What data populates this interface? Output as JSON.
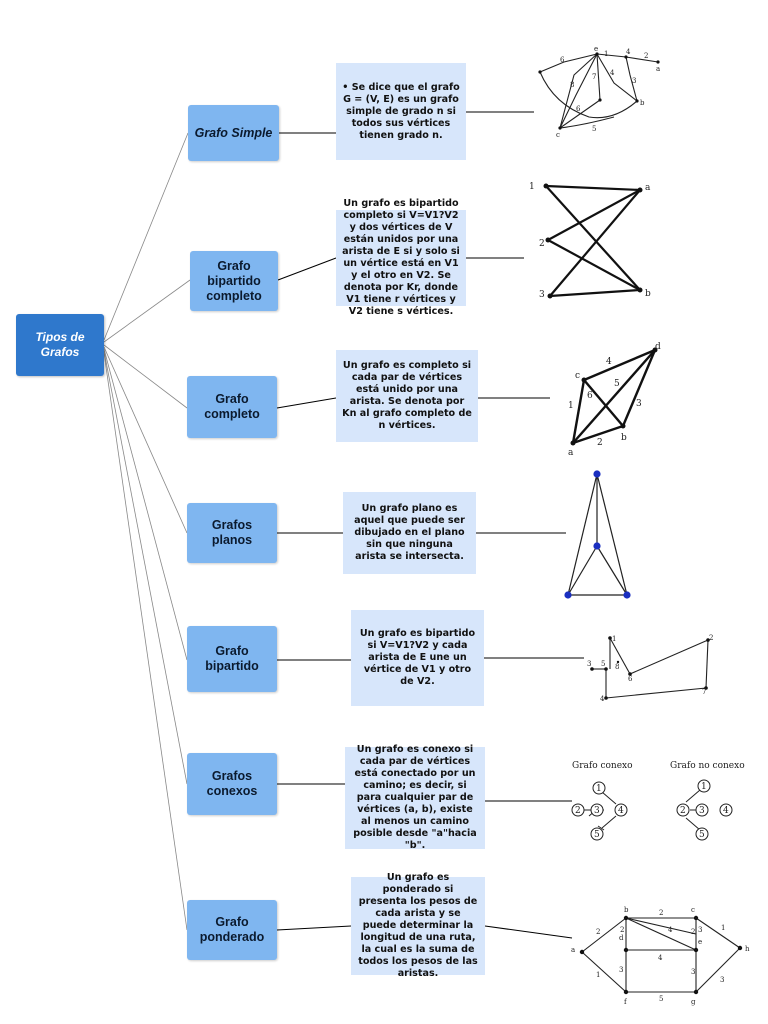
{
  "root": {
    "label": "Tipos de Grafos"
  },
  "categories": [
    {
      "label": "Grafo Simple",
      "description": "• Se dice que el grafo G = (V, E) es un grafo simple de grado n si todos sus vértices tienen grado n."
    },
    {
      "label": "Grafo bipartido completo",
      "description": "Un grafo es bipartido completo si V=V1?V2 y dos vértices de V están unidos por una arista de E si y solo si un vértice está en V1 y el otro en V2. Se denota por Kr, donde V1 tiene r vértices y V2 tiene s vértices."
    },
    {
      "label": "Grafo completo",
      "description": "Un grafo es completo si cada par de vértices está unido por una arista. Se denota por Kn al grafo completo de n vértices."
    },
    {
      "label": "Grafos planos",
      "description": "Un grafo plano es aquel que puede ser dibujado en el plano sin que ninguna arista se intersecta."
    },
    {
      "label": "Grafo bipartido",
      "description": "Un grafo es bipartido si V=V1?V2 y cada arista de E une un vértice de V1 y otro de V2."
    },
    {
      "label": "Grafos conexos",
      "description": "Un grafo es conexo si cada par de vértices está conectado por un camino; es decir, si para cualquier par de vértices (a, b), existe al menos un camino posible desde \"a\"hacia \"b\"."
    },
    {
      "label": "Grafo ponderado",
      "description": "Un grafo es ponderado si presenta los pesos de cada arista y se puede determinar la longitud de una ruta, la cual es la suma de todos los pesos de las aristas."
    }
  ],
  "figures": {
    "simple": {
      "vertex_labels": [
        "e",
        "c",
        "b",
        "a"
      ],
      "edge_labels": [
        "6",
        "1",
        "4",
        "2",
        "8",
        "7",
        "4",
        "3",
        "6",
        "5"
      ]
    },
    "bipartido_completo": {
      "left_labels": [
        "1",
        "2",
        "3"
      ],
      "right_labels": [
        "a",
        "b"
      ]
    },
    "completo": {
      "vertex_labels": [
        "a",
        "b",
        "c",
        "d"
      ],
      "edge_labels": [
        "1",
        "2",
        "3",
        "4",
        "5",
        "6"
      ]
    },
    "bipartido": {
      "vertex_labels": [
        "1",
        "2",
        "3",
        "4",
        "5",
        "6",
        "7",
        "8"
      ]
    },
    "conexos": {
      "title_left": "Grafo conexo",
      "title_right": "Grafo no conexo",
      "node_labels": [
        "1",
        "2",
        "3",
        "4",
        "5"
      ]
    },
    "ponderado": {
      "vertex_labels": [
        "a",
        "b",
        "c",
        "d",
        "e",
        "f",
        "g",
        "h"
      ],
      "edge_labels": [
        "2",
        "1",
        "2",
        "2",
        "3",
        "4",
        "4",
        "3",
        "1",
        "3",
        "2",
        "5",
        "3"
      ]
    }
  }
}
